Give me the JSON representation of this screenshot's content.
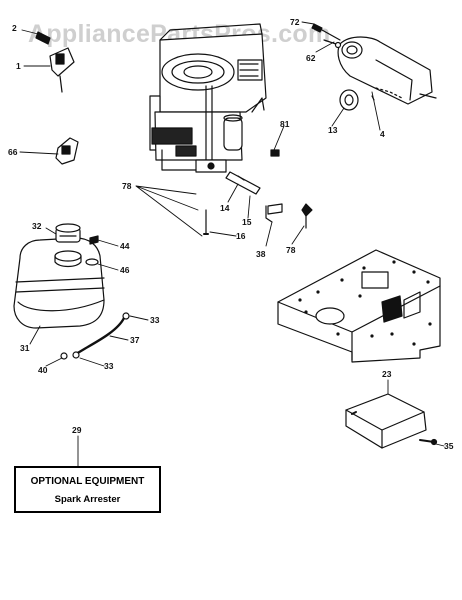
{
  "watermark": "AppliancePartsPros.com",
  "callouts": {
    "c2": "2",
    "c1": "1",
    "c72": "72",
    "c62": "62",
    "c13": "13",
    "c4": "4",
    "c81": "81",
    "c66": "66",
    "c78a": "78",
    "c14": "14",
    "c15": "15",
    "c16": "16",
    "c38": "38",
    "c78b": "78",
    "c32": "32",
    "c44": "44",
    "c46": "46",
    "c33a": "33",
    "c37": "37",
    "c31": "31",
    "c40": "40",
    "c33b": "33",
    "c23": "23",
    "c29": "29",
    "c35": "35"
  },
  "optional_box": {
    "title": "OPTIONAL EQUIPMENT",
    "subtitle": "Spark Arrester"
  }
}
